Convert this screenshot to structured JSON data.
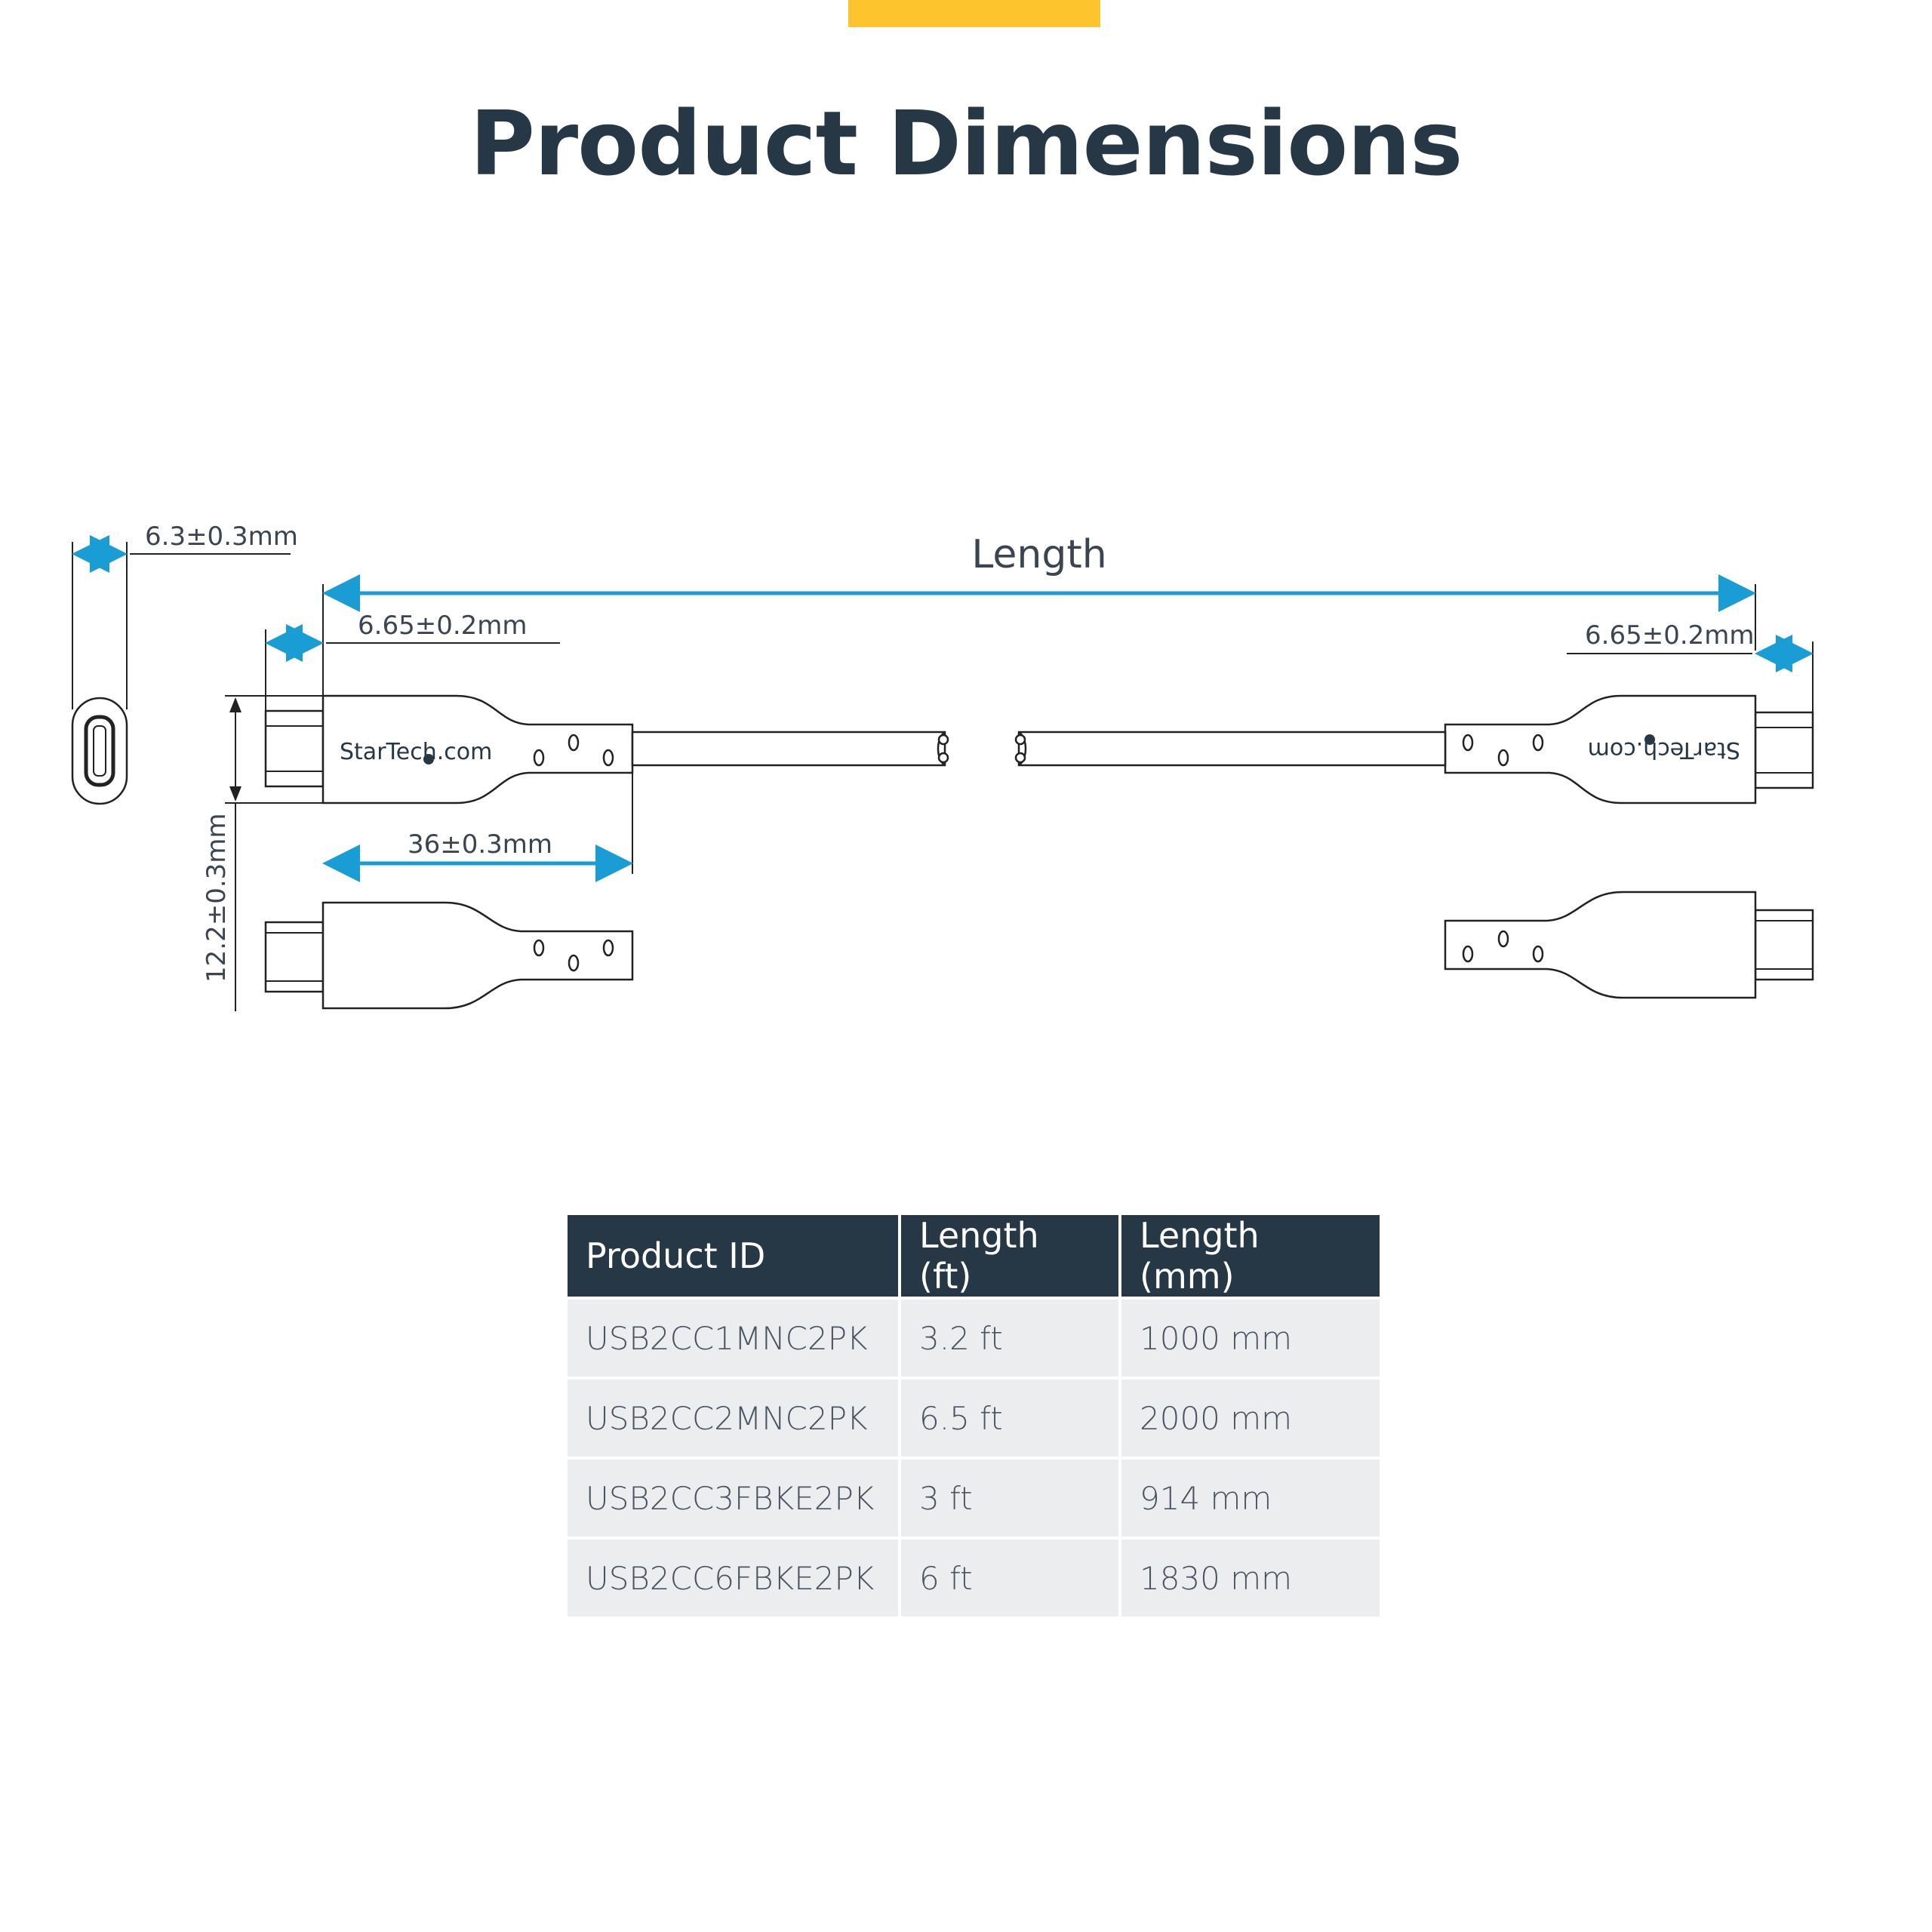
{
  "page": {
    "title": "Product Dimensions",
    "accent_color": "#FDC42D",
    "primary_color": "#263746",
    "dimension_color": "#1A9CD4"
  },
  "diagram": {
    "length_label": "Length",
    "port_width_label": "6.3±0.3mm",
    "left_tip_label": "6.65±0.2mm",
    "right_tip_label": "6.65±0.2mm",
    "body_length_label": "36±0.3mm",
    "height_label": "12.2±0.3mm",
    "brand_text": "StarTech.com"
  },
  "table": {
    "headers": [
      "Product ID",
      "Length (ft)",
      "Length (mm)"
    ],
    "rows": [
      [
        "USB2CC1MNC2PK",
        "3.2 ft",
        "1000 mm"
      ],
      [
        "USB2CC2MNC2PK",
        "6.5 ft",
        "2000 mm"
      ],
      [
        "USB2CC3FBKE2PK",
        "3 ft",
        "914 mm"
      ],
      [
        "USB2CC6FBKE2PK",
        "6 ft",
        "1830 mm"
      ]
    ]
  }
}
